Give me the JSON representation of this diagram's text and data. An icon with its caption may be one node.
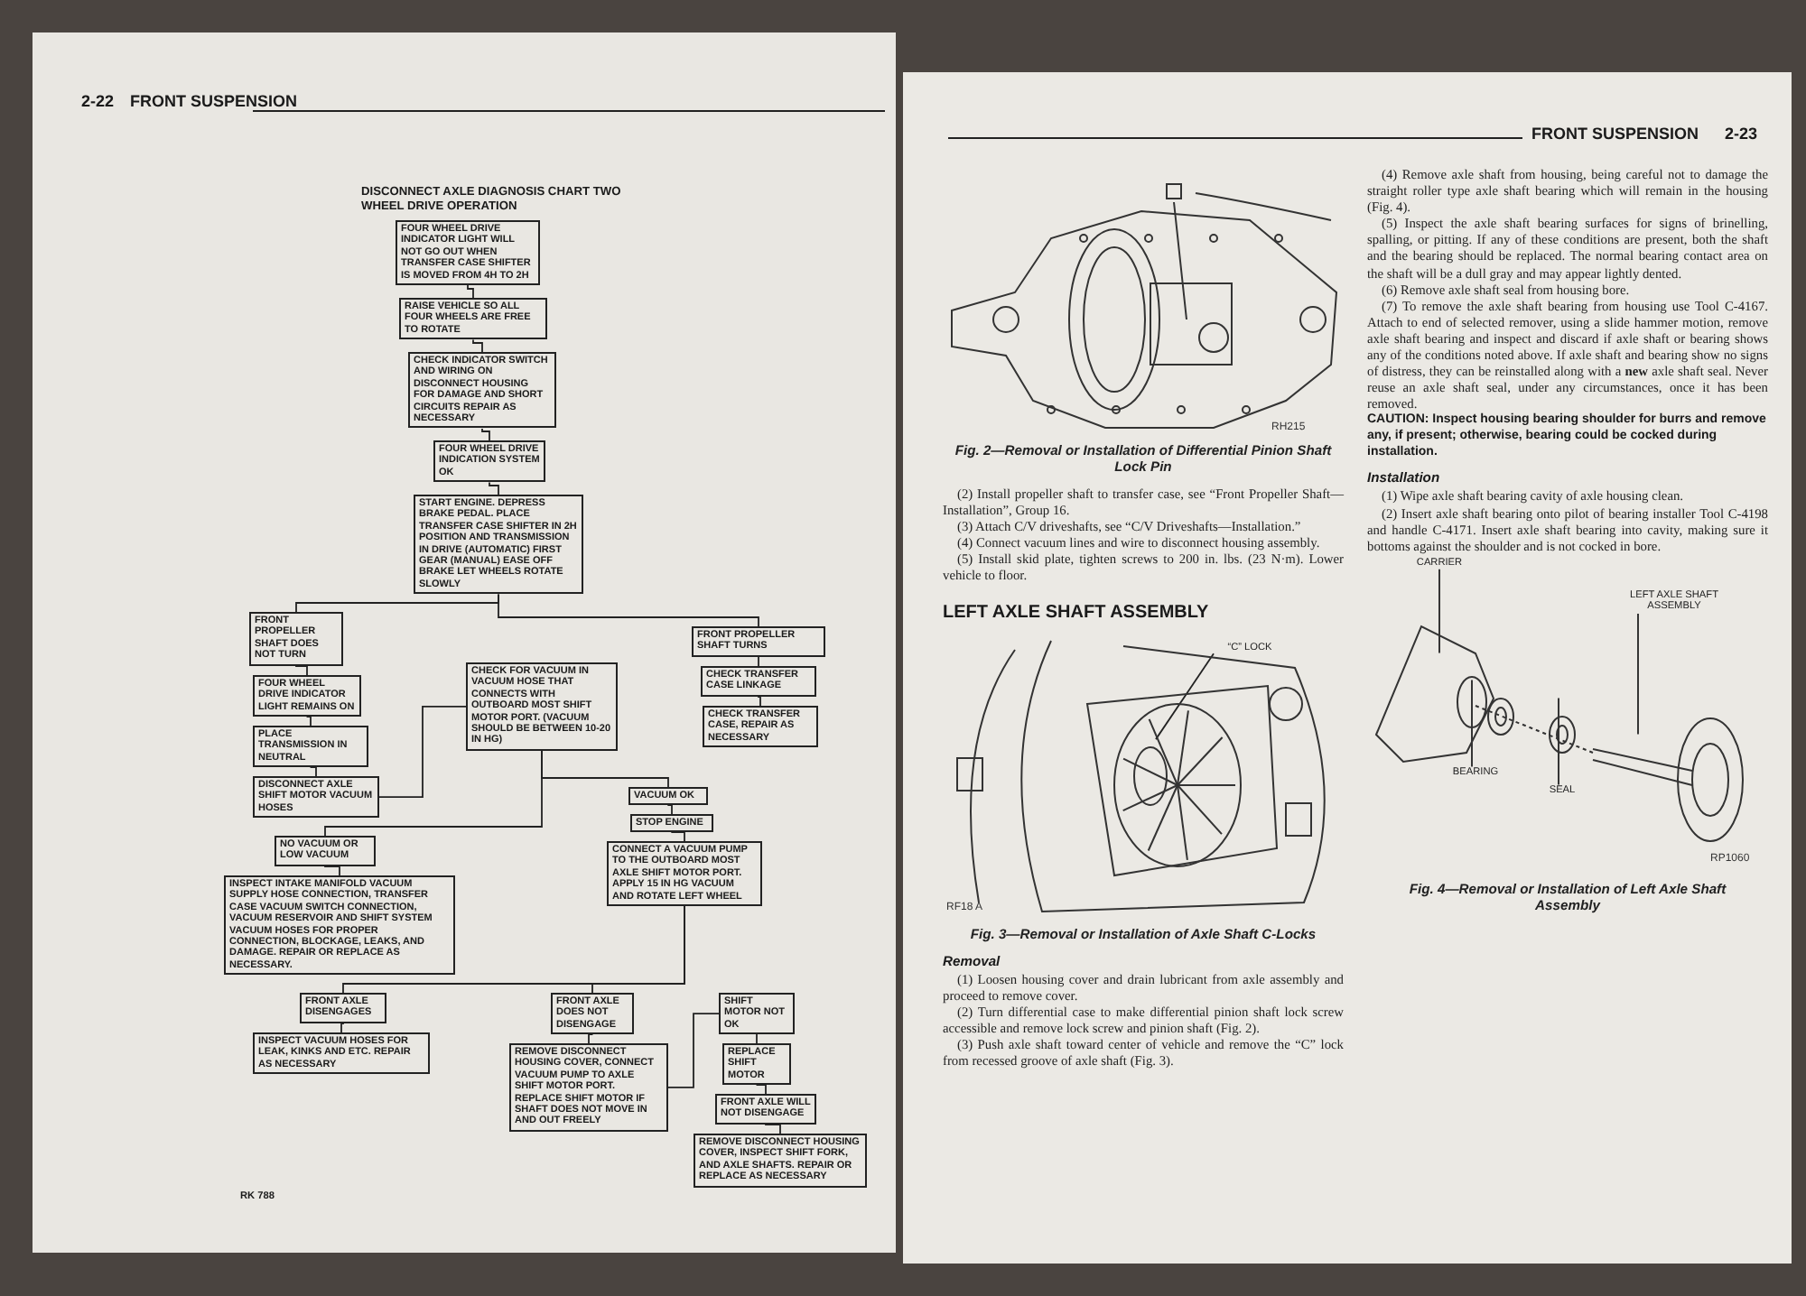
{
  "diagram": {
    "title": "DISCONNECT AXLE DIAGNOSIS CHART TWO WHEEL DRIVE OPERATION",
    "nodes": [
      {
        "text": [
          "FOUR WHEEL DRIVE INDICATOR LIGHT WILL NOT GO OUT WHEN TRANSFER CASE SHIFTER IS MOVED FROM 4H TO 2H"
        ]
      },
      {
        "text": [
          "RAISE VEHICLE SO ALL FOUR WHEELS ARE FREE TO ROTATE"
        ]
      },
      {
        "text": [
          "CHECK INDICATOR SWITCH AND WIRING ON DISCONNECT HOUSING FOR DAMAGE AND SHORT CIRCUITS REPAIR AS NECESSARY"
        ]
      },
      {
        "text": [
          "FOUR WHEEL DRIVE INDICATION SYSTEM OK"
        ]
      },
      {
        "text": [
          "START ENGINE. DEPRESS BRAKE PEDAL. PLACE TRANSFER CASE SHIFTER IN 2H POSITION AND TRANSMISSION IN DRIVE (AUTOMATIC) FIRST GEAR (MANUAL) EASE OFF BRAKE LET WHEELS ROTATE SLOWLY"
        ]
      },
      {
        "text": [
          "FRONT PROPELLER SHAFT DOES NOT TURN"
        ]
      },
      {
        "text": [
          "FRONT PROPELLER SHAFT TURNS"
        ]
      },
      {
        "text": [
          "FOUR WHEEL DRIVE INDICATOR LIGHT REMAINS ON"
        ]
      },
      {
        "text": [
          "PLACE TRANSMISSION IN NEUTRAL"
        ]
      },
      {
        "text": [
          "DISCONNECT AXLE SHIFT MOTOR VACUUM HOSES"
        ]
      },
      {
        "text": [
          "CHECK TRANSFER CASE LINKAGE"
        ]
      },
      {
        "text": [
          "CHECK TRANSFER CASE, REPAIR AS NECESSARY"
        ]
      },
      {
        "text": [
          "CHECK FOR VACUUM IN VACUUM HOSE THAT CONNECTS WITH OUTBOARD MOST SHIFT MOTOR PORT. (VACUUM SHOULD BE BETWEEN 10-20 IN HG)"
        ]
      },
      {
        "text": [
          "NO VACUUM OR LOW VACUUM"
        ]
      },
      {
        "text": [
          "VACUUM OK"
        ]
      },
      {
        "text": [
          "INSPECT INTAKE MANIFOLD VACUUM SUPPLY HOSE CONNECTION, TRANSFER CASE VACUUM SWITCH CONNECTION, VACUUM RESERVOIR AND SHIFT SYSTEM VACUUM HOSES FOR PROPER CONNECTION, BLOCKAGE, LEAKS, AND DAMAGE. REPAIR OR REPLACE AS NECESSARY."
        ]
      },
      {
        "text": [
          "STOP ENGINE"
        ]
      },
      {
        "text": [
          "CONNECT A VACUUM PUMP TO THE OUTBOARD MOST AXLE SHIFT MOTOR PORT. APPLY 15 IN HG VACUUM AND ROTATE LEFT WHEEL"
        ]
      },
      {
        "text": [
          "FRONT AXLE DISENGAGES"
        ]
      },
      {
        "text": [
          "FRONT AXLE DOES NOT DISENGAGE"
        ]
      },
      {
        "text": [
          "INSPECT VACUUM HOSES FOR LEAK, KINKS AND ETC. REPAIR AS NECESSARY"
        ]
      },
      {
        "text": [
          "REMOVE DISCONNECT HOUSING COVER, CONNECT VACUUM PUMP TO AXLE SHIFT MOTOR PORT. REPLACE SHIFT MOTOR IF SHAFT DOES NOT MOVE IN AND OUT FREELY"
        ]
      },
      {
        "text": [
          "SHIFT MOTOR NOT OK"
        ]
      },
      {
        "text": [
          "REPLACE SHIFT MOTOR"
        ]
      },
      {
        "text": [
          "FRONT AXLE WILL NOT DISENGAGE"
        ]
      },
      {
        "text": [
          "REMOVE DISCONNECT HOUSING COVER, INSPECT SHIFT FORK, AND AXLE SHAFTS. REPAIR OR REPLACE AS NECESSARY"
        ]
      },
      {
        "text": [
          "“C” LOCK"
        ]
      },
      {
        "text": [
          "CARRIER"
        ]
      },
      {
        "text": [
          "LEFT AXLE SHAFT ASSEMBLY"
        ]
      },
      {
        "text": [
          "BEARING"
        ]
      },
      {
        "text": [
          "SEAL"
        ]
      }
    ],
    "edges": [
      {
        "from": 0,
        "to": 1,
        "arrow": "none"
      },
      {
        "from": 1,
        "to": 2,
        "arrow": "none"
      },
      {
        "from": 2,
        "to": 3,
        "arrow": "none"
      },
      {
        "from": 3,
        "to": 4,
        "arrow": "none"
      },
      {
        "from": 4,
        "to": 5,
        "arrow": "none"
      },
      {
        "from": 4,
        "to": 6,
        "arrow": "none"
      },
      {
        "from": 5,
        "to": 7,
        "arrow": "none"
      },
      {
        "from": 7,
        "to": 8,
        "arrow": "none"
      },
      {
        "from": 8,
        "to": 9,
        "arrow": "none"
      },
      {
        "from": 9,
        "to": 12,
        "arrow": "none"
      },
      {
        "from": 6,
        "to": 10,
        "arrow": "none"
      },
      {
        "from": 10,
        "to": 11,
        "arrow": "none"
      },
      {
        "from": 12,
        "to": 13,
        "arrow": "none"
      },
      {
        "from": 12,
        "to": 14,
        "arrow": "none"
      },
      {
        "from": 13,
        "to": 15,
        "arrow": "none"
      },
      {
        "from": 14,
        "to": 16,
        "arrow": "none"
      },
      {
        "from": 16,
        "to": 17,
        "arrow": "none"
      },
      {
        "from": 17,
        "to": 18,
        "arrow": "none"
      },
      {
        "from": 17,
        "to": 19,
        "arrow": "none"
      },
      {
        "from": 18,
        "to": 20,
        "arrow": "none"
      },
      {
        "from": 19,
        "to": 21,
        "arrow": "none"
      },
      {
        "from": 21,
        "to": 22,
        "arrow": "none"
      },
      {
        "from": 22,
        "to": 23,
        "arrow": "none"
      },
      {
        "from": 23,
        "to": 24,
        "arrow": "none"
      },
      {
        "from": 24,
        "to": 25,
        "arrow": "none"
      },
      {
        "from": 26,
        "to": null,
        "arrow": "none"
      },
      {
        "from": 27,
        "to": null,
        "arrow": "none"
      },
      {
        "from": 28,
        "to": null,
        "arrow": "none"
      },
      {
        "from": 29,
        "to": null,
        "arrow": "none"
      },
      {
        "from": 30,
        "to": null,
        "arrow": "none"
      }
    ],
    "labels": [
      "2-22",
      "FRONT SUSPENSION",
      "RK 788",
      "FRONT SUSPENSION",
      "2-23",
      "RH215",
      "Fig. 2—Removal or Installation of Differential Pinion Shaft Lock Pin",
      "(2) Install propeller shaft to transfer case, see “Front Propeller Shaft—Installation”, Group 16.",
      "(3) Attach C/V driveshafts, see “C/V Driveshafts—Installation.”",
      "(4) Connect vacuum lines and wire to disconnect housing assembly.",
      "(5) Install skid plate, tighten screws to 200 in. lbs. (23 N·m). Lower vehicle to floor.",
      "LEFT AXLE SHAFT ASSEMBLY",
      "RF18 A",
      "Fig. 3—Removal or Installation of Axle Shaft C-Locks",
      "Removal",
      "(1) Loosen housing cover and drain lubricant from axle assembly and proceed to remove cover.",
      "(2) Turn differential case to make differential pinion shaft lock screw accessible and remove lock screw and pinion shaft (Fig. 2).",
      "(3) Push axle shaft toward center of vehicle and remove the “C” lock from recessed groove of axle shaft (Fig. 3).",
      "(4) Remove axle shaft from housing, being careful not to damage the straight roller type axle shaft bearing which will remain in the housing (Fig. 4).",
      "(5) Inspect the axle shaft bearing surfaces for signs of brinelling, spalling, or pitting. If any of these conditions are present, both the shaft and the bearing should be replaced. The normal bearing contact area on the shaft will be a dull gray and may appear lightly dented.",
      "(6) Remove axle shaft seal from housing bore.",
      "(7) To remove the axle shaft bearing from housing use Tool C-4167. Attach to end of selected remover, using a slide hammer motion, remove axle shaft bearing and inspect and discard if axle shaft or bearing shows any of the conditions noted above. If axle shaft and bearing show no signs of distress, they can be reinstalled along with a **new** axle shaft seal. Never reuse an axle shaft seal, under any circumstances, once it has been removed.",
      "CAUTION: Inspect housing bearing shoulder for burrs and remove any, if present; otherwise, bearing could be cocked during installation.",
      "Installation",
      "(1) Wipe axle shaft bearing cavity of axle housing clean.",
      "(2) Insert axle shaft bearing onto pilot of bearing installer Tool C-4198 and handle C-4171. Insert axle shaft bearing into cavity, making sure it bottoms against the shoulder and is not cocked in bore.",
      "RP1060",
      "Fig. 4—Removal or Installation of Left Axle Shaft Assembly"
    ]
  }
}
